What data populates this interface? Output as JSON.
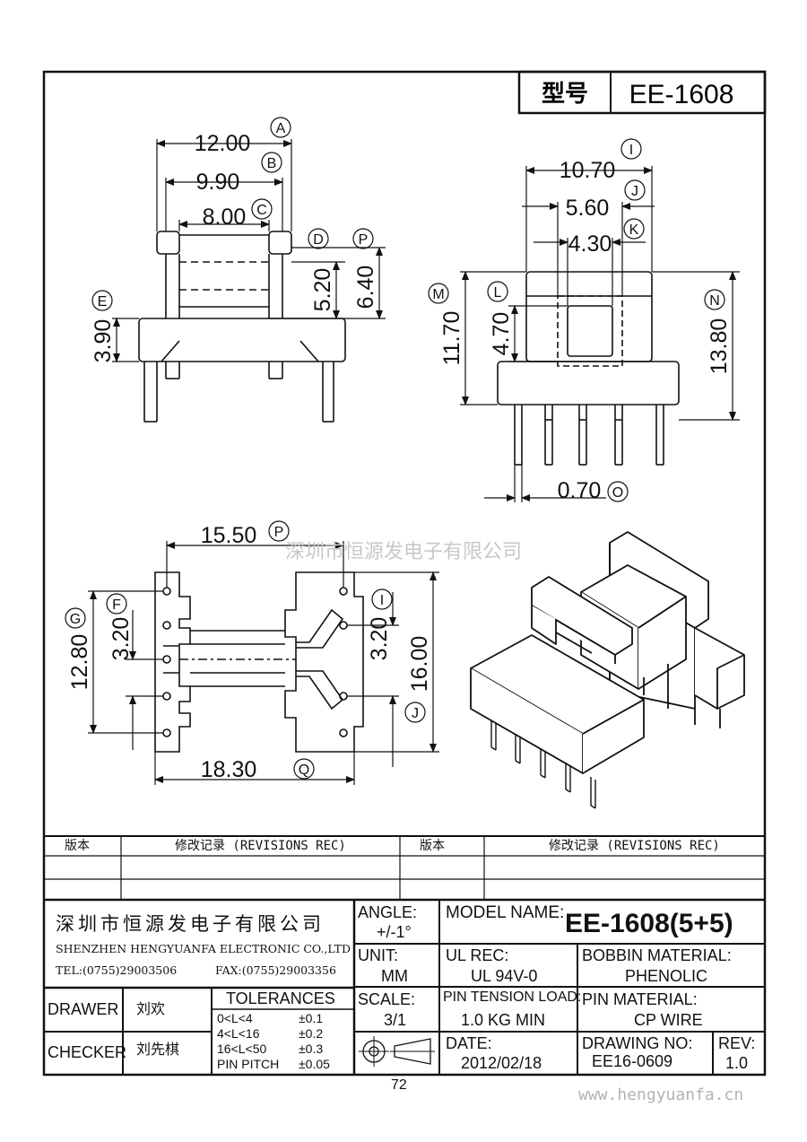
{
  "header": {
    "model_label": "型号",
    "model_value": "EE-1608"
  },
  "dims": {
    "A": {
      "value": "12.00",
      "letter": "A"
    },
    "B": {
      "value": "9.90",
      "letter": "B"
    },
    "C": {
      "value": "8.00",
      "letter": "C"
    },
    "D": {
      "value": "5.20",
      "letter": "D"
    },
    "P_side": {
      "value": "6.40",
      "letter": "P"
    },
    "E": {
      "value": "3.90",
      "letter": "E"
    },
    "I": {
      "value": "10.70",
      "letter": "I"
    },
    "J": {
      "value": "5.60",
      "letter": "J"
    },
    "K": {
      "value": "4.30",
      "letter": "K"
    },
    "M": {
      "value": "11.70",
      "letter": "M"
    },
    "L": {
      "value": "4.70",
      "letter": "L"
    },
    "N": {
      "value": "13.80",
      "letter": "N"
    },
    "O": {
      "value": "0.70",
      "letter": "O"
    },
    "P_bottom": {
      "value": "15.50",
      "letter": "P"
    },
    "F": {
      "value": "3.20",
      "letter": "F"
    },
    "G": {
      "value": "12.80",
      "letter": "G"
    },
    "I_bottom": {
      "value": "3.20",
      "letter": "I"
    },
    "J_bottom": {
      "value": "16.00",
      "letter": "J"
    },
    "Q": {
      "value": "18.30",
      "letter": "Q"
    }
  },
  "watermark": "深圳市恒源发电子有限公司",
  "revisions": {
    "col_version": "版本",
    "col_rec": "修改记录 (REVISIONS REC)"
  },
  "company": {
    "name_cn": "深圳市恒源发电子有限公司",
    "name_en": "SHENZHEN HENGYUANFA ELECTRONIC CO.,LTD",
    "tel": "TEL:(0755)29003506",
    "fax": "FAX:(0755)29003356"
  },
  "angle": {
    "label": "ANGLE:",
    "value": "+/-1°"
  },
  "model_name": {
    "label": "MODEL NAME:",
    "value": "EE-1608(5+5)"
  },
  "unit": {
    "label": "UNIT:",
    "value": "MM"
  },
  "ul_rec": {
    "label": "UL REC:",
    "value": "UL 94V-0"
  },
  "bobbin": {
    "label": "BOBBIN MATERIAL:",
    "value": "PHENOLIC"
  },
  "drawer": {
    "label": "DRAWER",
    "value": "刘欢"
  },
  "checker": {
    "label": "CHECKER",
    "value": "刘先棋"
  },
  "tolerances": {
    "label": "TOLERANCES",
    "rows": [
      {
        "range": "0<L<4",
        "tol": "±0.1"
      },
      {
        "range": "4<L<16",
        "tol": "±0.2"
      },
      {
        "range": "16<L<50",
        "tol": "±0.3"
      },
      {
        "range": "PIN PITCH",
        "tol": "±0.05"
      }
    ]
  },
  "scale": {
    "label": "SCALE:",
    "value": "3/1"
  },
  "pin_tension": {
    "label": "PIN TENSION LOAD:",
    "value": "1.0 KG MIN"
  },
  "pin_material": {
    "label": "PIN MATERIAL:",
    "value": "CP WIRE"
  },
  "date": {
    "label": "DATE:",
    "value": "2012/02/18"
  },
  "drawing_no": {
    "label": "DRAWING NO:",
    "value": "EE16-0609"
  },
  "rev": {
    "label": "REV:",
    "value": "1.0"
  },
  "page_number": "72",
  "website": "www.hengyuanfa.cn"
}
